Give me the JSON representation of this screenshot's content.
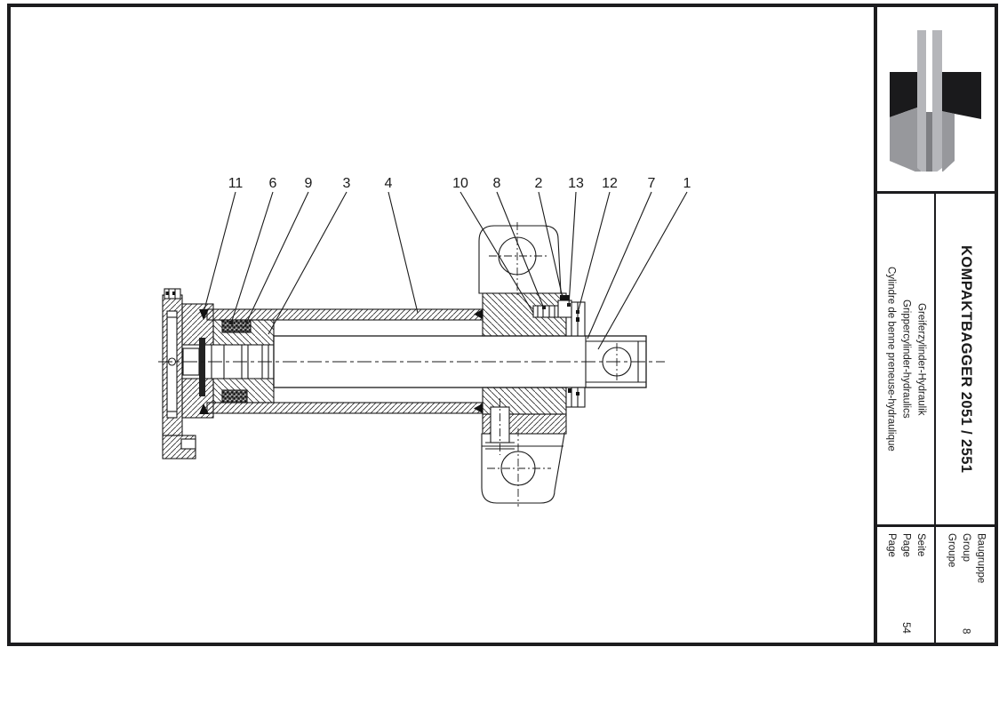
{
  "title_block": {
    "model": "KOMPAKTBAGGER 2051 / 2551",
    "descriptions": {
      "de": "Greiferzylinder-Hydraulik",
      "en": "Grippercylinder-hydraulics",
      "fr": "Cylindre de benne preneuse-hydraulique"
    },
    "group": {
      "labels": {
        "de": "Baugruppe",
        "en": "Group",
        "fr": "Groupe"
      },
      "value": "8"
    },
    "page": {
      "labels": {
        "de": "Seite",
        "en": "Page",
        "fr": "Page"
      },
      "value": "54"
    },
    "logo": {
      "icon": "schaeff-manufacturer-logo"
    }
  },
  "drawing": {
    "type": "exploded-section technical drawing of hydraulic gripper cylinder",
    "callouts": [
      {
        "label": "11"
      },
      {
        "label": "6"
      },
      {
        "label": "9"
      },
      {
        "label": "3"
      },
      {
        "label": "4"
      },
      {
        "label": "10"
      },
      {
        "label": "8"
      },
      {
        "label": "2"
      },
      {
        "label": "13"
      },
      {
        "label": "12"
      },
      {
        "label": "7"
      },
      {
        "label": "1"
      }
    ]
  },
  "colors": {
    "line": "#1a1a1a",
    "logo_black": "#1a1a1c",
    "logo_light_gray": "#b5b6ba",
    "logo_gray": "#97989c",
    "logo_dark_gray": "#7e7f83"
  }
}
